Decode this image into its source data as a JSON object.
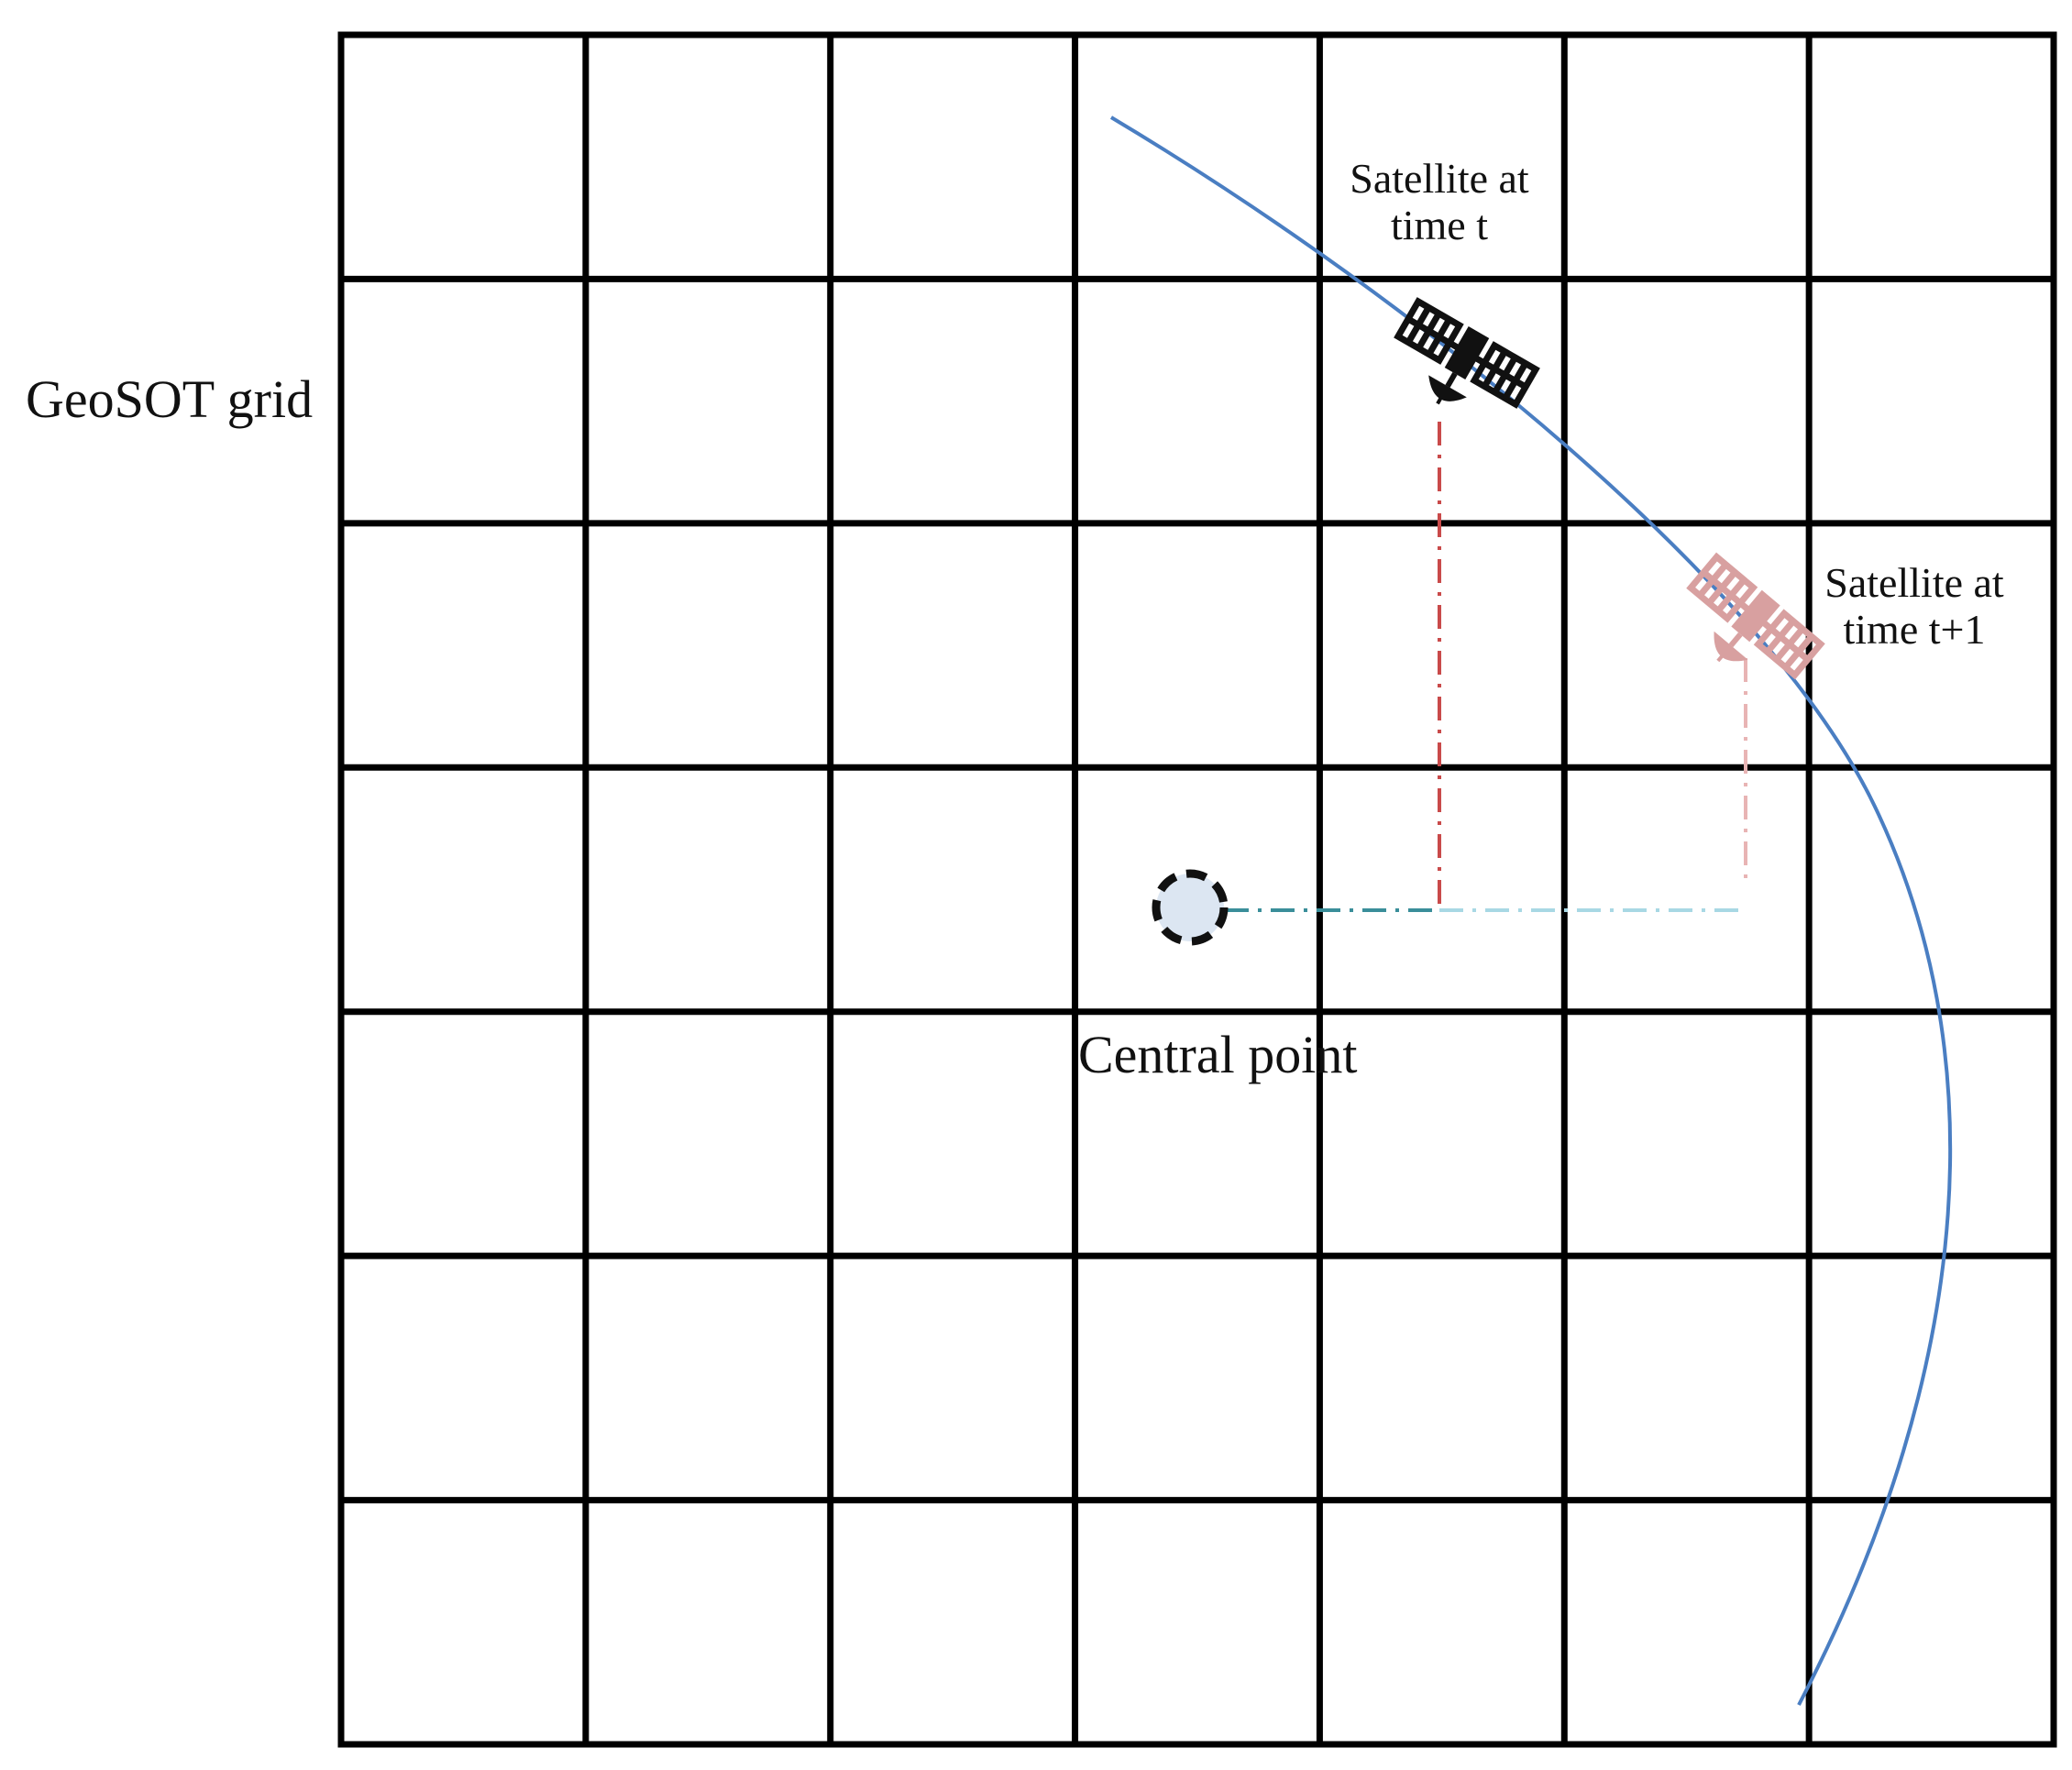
{
  "labels": {
    "grid": "GeoSOT grid",
    "central_point": "Central point",
    "satellite_t": {
      "line1": "Satellite at",
      "line2": "time t"
    },
    "satellite_t1": {
      "line1": "Satellite at",
      "line2": "time t+1"
    }
  },
  "grid": {
    "rows": 7,
    "cols": 7
  },
  "colors": {
    "grid": "#000000",
    "orbit": "#4A7EC2",
    "satellite_t": "#111111",
    "satellite_t1": "#D8A0A0",
    "drop_line_t": "#C94A4A",
    "drop_line_t1": "#E8B4B4",
    "ground_line_near": "#3A8E9A",
    "ground_line_far": "#A8D8E4",
    "central_point_fill": "#DCE6F2"
  },
  "icons": {
    "satellite_t": "satellite-icon",
    "satellite_t1": "satellite-icon",
    "central_point": "dashed-circle-marker"
  }
}
